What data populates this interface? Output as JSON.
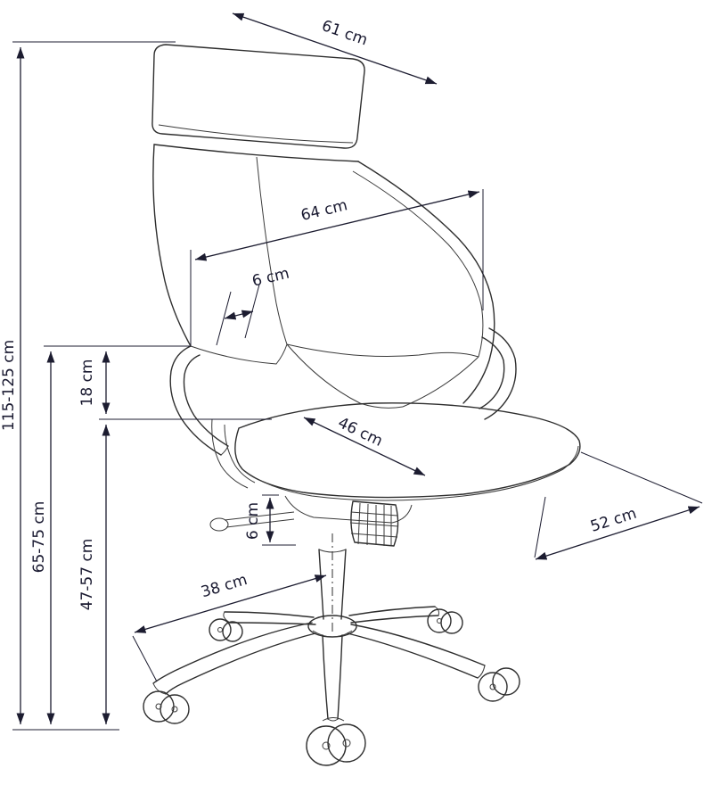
{
  "unit": "cm",
  "labels": {
    "headrest_width": "61 cm",
    "backrest_width": "64 cm",
    "backrest_edge": "6 cm",
    "total_height": "115-125 cm",
    "backrest_to_seat": "18 cm",
    "armrest_height": "65-75 cm",
    "seat_height": "47-57 cm",
    "seat_clearance": "6 cm",
    "seat_width": "46 cm",
    "seat_depth": "52 cm",
    "base_arm_length": "38 cm"
  }
}
